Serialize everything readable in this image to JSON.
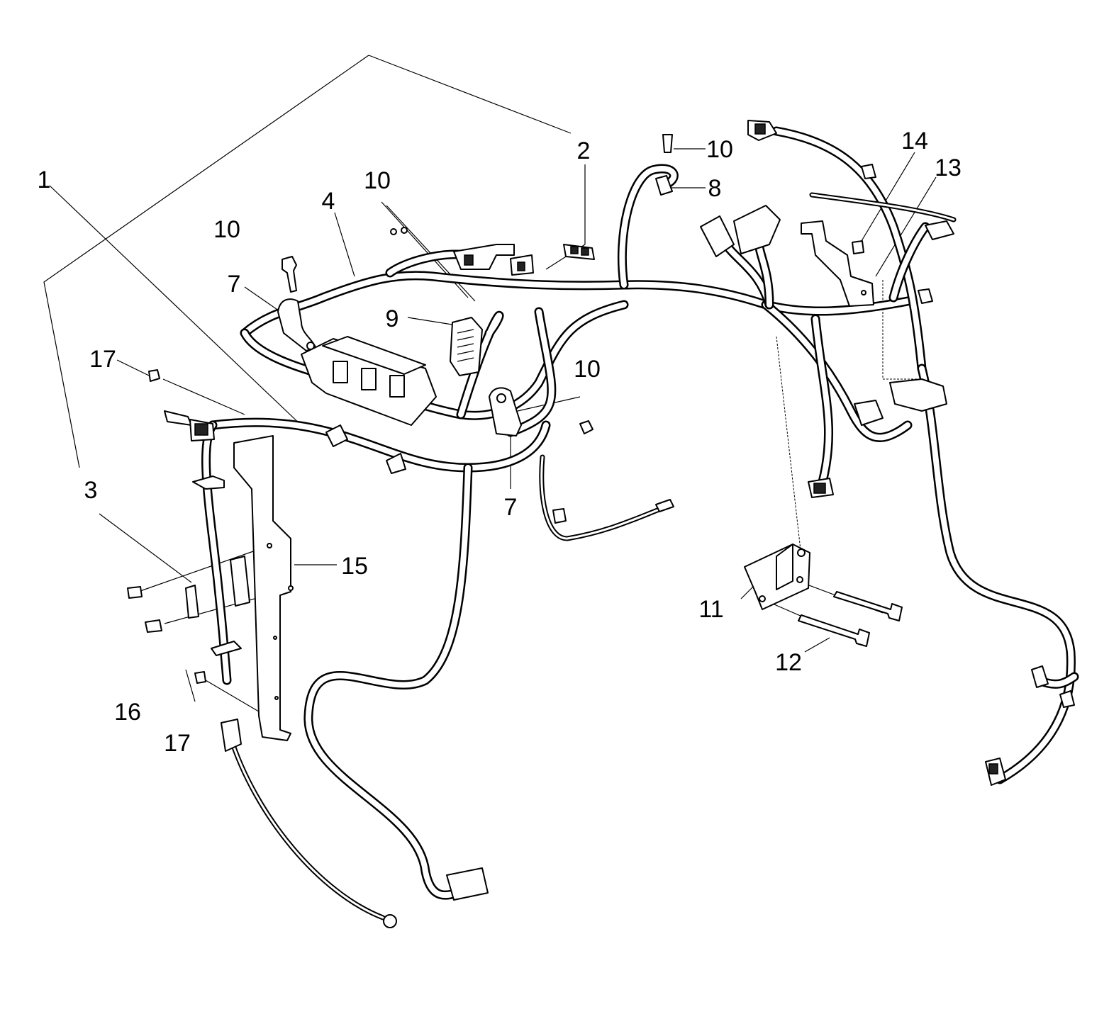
{
  "callouts": [
    {
      "id": "c1",
      "label": "1"
    },
    {
      "id": "c2",
      "label": "2"
    },
    {
      "id": "c3",
      "label": "3"
    },
    {
      "id": "c4",
      "label": "4"
    },
    {
      "id": "c7a",
      "label": "7"
    },
    {
      "id": "c7b",
      "label": "7"
    },
    {
      "id": "c8",
      "label": "8"
    },
    {
      "id": "c9",
      "label": "9"
    },
    {
      "id": "c10a",
      "label": "10"
    },
    {
      "id": "c10b",
      "label": "10"
    },
    {
      "id": "c10c",
      "label": "10"
    },
    {
      "id": "c10d",
      "label": "10"
    },
    {
      "id": "c11",
      "label": "11"
    },
    {
      "id": "c12",
      "label": "12"
    },
    {
      "id": "c13",
      "label": "13"
    },
    {
      "id": "c14",
      "label": "14"
    },
    {
      "id": "c15",
      "label": "15"
    },
    {
      "id": "c16",
      "label": "16"
    },
    {
      "id": "c17a",
      "label": "17"
    },
    {
      "id": "c17b",
      "label": "17"
    }
  ]
}
